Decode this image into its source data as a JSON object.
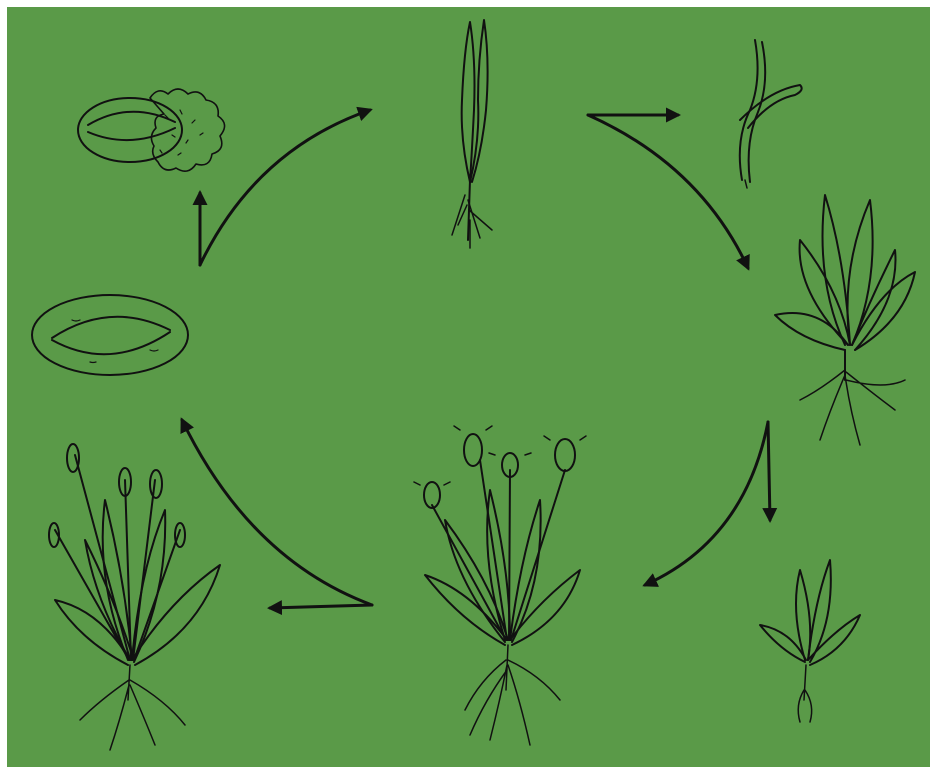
{
  "diagram": {
    "kind": "life-cycle",
    "direction": "clockwise",
    "colors": {
      "background": "#5a9a48",
      "frame": "#ffffff",
      "ink": "#111111",
      "seed_fill": "#5a9a48"
    },
    "stages": [
      {
        "id": "dry-seed",
        "icon": "seed"
      },
      {
        "id": "germinating-seed",
        "icon": "seed-with-mucilage"
      },
      {
        "id": "seedling",
        "icon": "seedling"
      },
      {
        "id": "dead-seedling",
        "icon": "withered-seedling"
      },
      {
        "id": "rosette-plant",
        "icon": "rosette"
      },
      {
        "id": "stunted-plant",
        "icon": "small-rosette"
      },
      {
        "id": "flowering-plant",
        "icon": "flowering-plantain"
      },
      {
        "id": "mature-plant",
        "icon": "seeding-plantain"
      }
    ]
  }
}
